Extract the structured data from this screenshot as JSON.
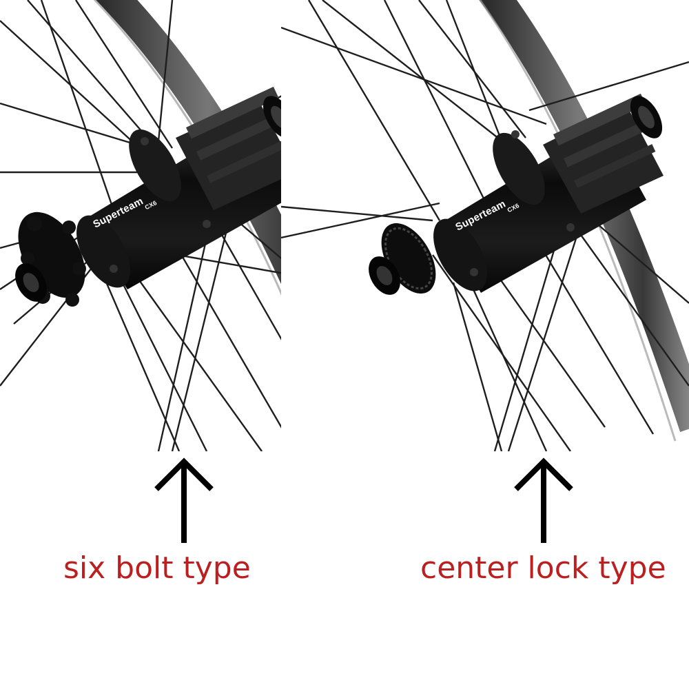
{
  "panels": {
    "left": {
      "brand": "Superteam",
      "model": "CX6",
      "rotor_mount": "six-bolt-rotor-mount"
    },
    "right": {
      "brand": "Superteam",
      "model": "CX6",
      "rotor_mount": "center-lock-rotor-mount"
    }
  },
  "captions": {
    "left": "six bolt type",
    "right": "center lock type"
  },
  "colors": {
    "caption": "#bb1f1f",
    "arrow": "#000000",
    "hub": "#111111",
    "rim": "#4a4a4a",
    "spoke": "#1e1e1e"
  },
  "icons": {
    "arrow": "up-arrow-icon"
  }
}
